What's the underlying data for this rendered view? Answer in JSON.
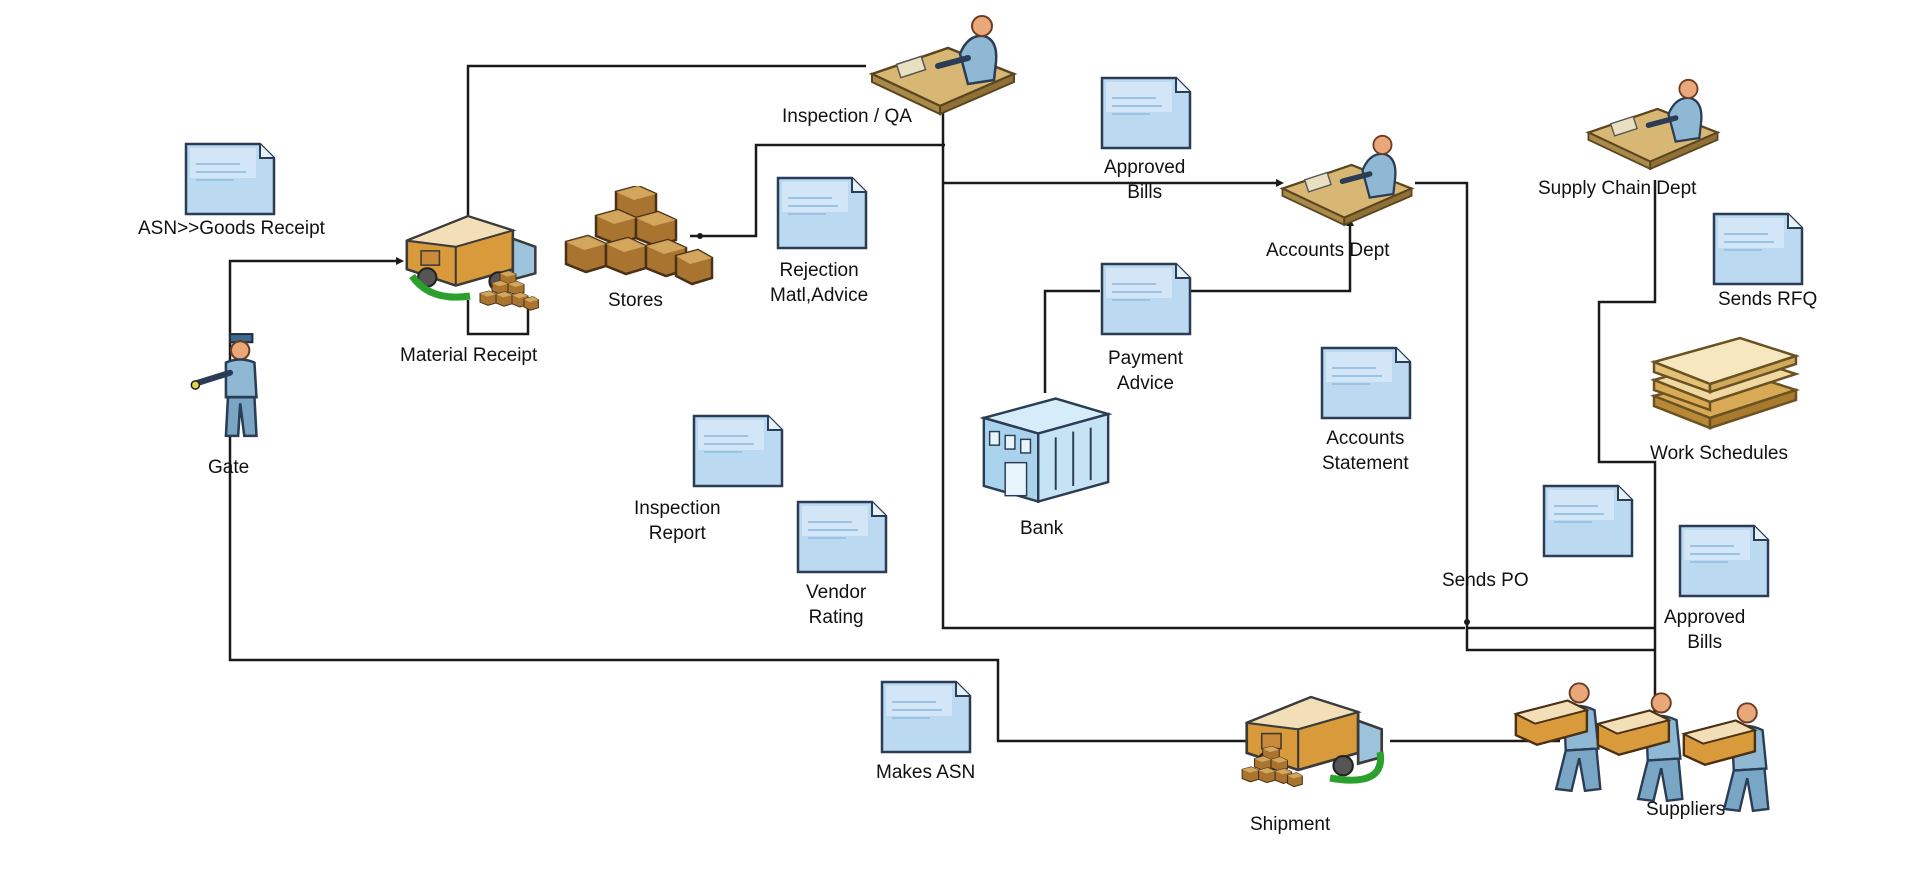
{
  "nodes": {
    "inspection_qa": "Inspection / QA",
    "asn_goods_receipt": "ASN>>Goods Receipt",
    "material_receipt": "Material Receipt",
    "stores": "Stores",
    "rejection_1": "Rejection",
    "rejection_2": "Matl,Advice",
    "approved_bills_top_1": "Approved",
    "approved_bills_top_2": "Bills",
    "accounts_dept": "Accounts Dept",
    "supply_chain_dept": "Supply Chain Dept",
    "sends_rfq": "Sends RFQ",
    "gate": "Gate",
    "payment_advice_1": "Payment",
    "payment_advice_2": "Advice",
    "accounts_statement_1": "Accounts",
    "accounts_statement_2": "Statement",
    "work_schedules": "Work Schedules",
    "bank": "Bank",
    "inspection_report_1": "Inspection",
    "inspection_report_2": "Report",
    "vendor_rating_1": "Vendor",
    "vendor_rating_2": "Rating",
    "sends_po": "Sends PO",
    "approved_bills_right_1": "Approved",
    "approved_bills_right_2": "Bills",
    "makes_asn": "Makes ASN",
    "shipment": "Shipment",
    "suppliers": "Suppliers"
  },
  "icons": {
    "document": "document-icon",
    "truck": "delivery-truck-icon",
    "boxes": "box-stack-icon",
    "worker": "desk-worker-icon",
    "guard": "security-guard-icon",
    "building": "bank-building-icon",
    "papers": "paper-stack-icon"
  },
  "colors": {
    "line": "#1a1a1a",
    "doc_fill": "#bcd9f2",
    "doc_stroke": "#2b3d55",
    "truck_cargo": "#d89a3a",
    "person": "#8fb8d4",
    "arrow_green": "#2ca02c"
  }
}
